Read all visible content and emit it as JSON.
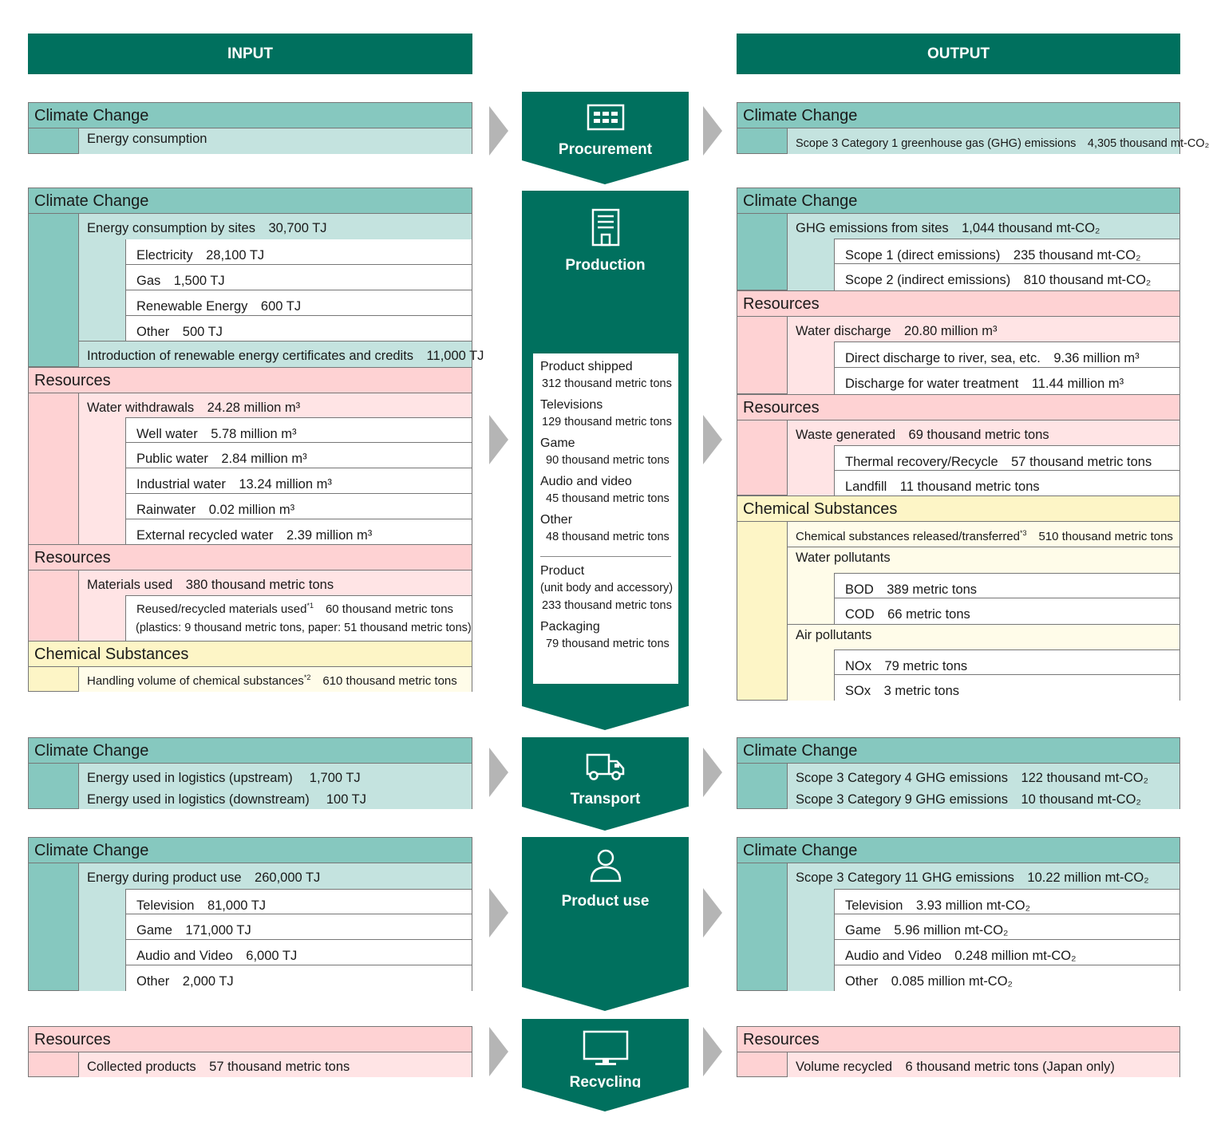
{
  "headers": {
    "input": "INPUT",
    "output": "OUTPUT"
  },
  "stages": {
    "procurement": "Procurement",
    "production": "Production",
    "transport": "Transport",
    "product_use": "Product use",
    "recycling": "Recycling"
  },
  "production_box": {
    "product_shipped": "Product shipped",
    "product_shipped_val": "312 thousand metric tons",
    "televisions": "Televisions",
    "televisions_val": "129 thousand metric tons",
    "game": "Game",
    "game_val": "90 thousand metric tons",
    "audio_video": "Audio and video",
    "audio_video_val": "45 thousand metric tons",
    "other": "Other",
    "other_val": "48 thousand metric tons",
    "product": "Product",
    "product_sub": "(unit body and accessory)",
    "product_val": "233 thousand metric tons",
    "packaging": "Packaging",
    "packaging_val": "79 thousand metric tons"
  },
  "input": {
    "procurement": {
      "title": "Climate Change",
      "energy": "Energy consumption"
    },
    "production_climate": {
      "title": "Climate Change",
      "energy_sites": "Energy consumption by sites　30,700 TJ",
      "electricity": "Electricity　28,100 TJ",
      "gas": "Gas　1,500 TJ",
      "renewable": "Renewable Energy　600 TJ",
      "other": "Other　500 TJ",
      "certificates": "Introduction of renewable energy certificates and credits　11,000 TJ"
    },
    "production_water": {
      "title": "Resources",
      "withdrawals": "Water withdrawals　24.28 million m³",
      "well": "Well water　5.78 million m³",
      "public": "Public water　2.84 million m³",
      "industrial": "Industrial water　13.24 million m³",
      "rain": "Rainwater　0.02 million m³",
      "recycled": "External recycled water　2.39 million m³"
    },
    "production_materials": {
      "title": "Resources",
      "materials": "Materials used　380 thousand metric tons",
      "reused": "Reused/recycled materials used",
      "reused_note": "*1",
      "reused_val": "　60 thousand metric tons",
      "reused_detail": "(plastics: 9 thousand metric tons, paper: 51 thousand metric tons)"
    },
    "production_chemical": {
      "title": "Chemical Substances",
      "handling": "Handling volume of chemical substances",
      "handling_note": "*2",
      "handling_val": "　610 thousand metric tons"
    },
    "transport": {
      "title": "Climate Change",
      "upstream": "Energy used in logistics (upstream)　  1,700 TJ",
      "downstream": "Energy used in logistics (downstream)　  100 TJ"
    },
    "product_use": {
      "title": "Climate Change",
      "energy": "Energy during product use　260,000 TJ",
      "television": "Television　81,000 TJ",
      "game": "Game　171,000 TJ",
      "audio": "Audio and Video　6,000 TJ",
      "other": "Other　2,000 TJ"
    },
    "recycling": {
      "title": "Resources",
      "collected": "Collected products　57 thousand metric tons"
    }
  },
  "output": {
    "procurement": {
      "title": "Climate Change",
      "scope3": "Scope 3 Category 1 greenhouse gas (GHG)  emissions　4,305 thousand mt-CO₂"
    },
    "production_climate": {
      "title": "Climate Change",
      "ghg_sites": "GHG emissions from sites　1,044 thousand mt-CO₂",
      "scope1": "Scope 1 (direct emissions)　235 thousand mt-CO₂",
      "scope2": "Scope 2 (indirect emissions)　810 thousand mt-CO₂"
    },
    "production_water": {
      "title": "Resources",
      "discharge": "Water discharge　20.80 million m³",
      "direct": "Direct discharge to river, sea, etc.　9.36 million m³",
      "treatment": "Discharge for water treatment　11.44 million m³"
    },
    "production_waste": {
      "title": "Resources",
      "waste": "Waste generated　69 thousand metric tons",
      "thermal": "Thermal recovery/Recycle　57 thousand metric tons",
      "landfill": "Landfill　11 thousand metric tons"
    },
    "production_chemical": {
      "title": "Chemical Substances",
      "released": "Chemical substances released/transferred",
      "released_note": "*3",
      "released_val": "　510 thousand metric tons",
      "water_pollutants": "Water pollutants",
      "bod": "BOD　389 metric tons",
      "cod": "COD　66 metric tons",
      "air_pollutants": "Air pollutants",
      "nox": "NOx　79 metric tons",
      "sox": "SOx　3 metric tons"
    },
    "transport": {
      "title": "Climate Change",
      "cat4": "Scope 3 Category 4 GHG emissions　122 thousand mt-CO₂",
      "cat9": "Scope 3 Category 9 GHG emissions　10 thousand mt-CO₂"
    },
    "product_use": {
      "title": "Climate Change",
      "cat11": "Scope 3 Category 11 GHG emissions　10.22 million mt-CO₂",
      "television": "Television　3.93 million mt-CO₂",
      "game": "Game　5.96 million mt-CO₂",
      "audio": "Audio and Video　0.248 million mt-CO₂",
      "other": "Other　0.085 million mt-CO₂"
    },
    "recycling": {
      "title": "Resources",
      "recycled": "Volume recycled　6 thousand metric tons (Japan only)"
    }
  },
  "colors": {
    "green": "#00705e",
    "climate": "#86c8bf",
    "resources": "#fed2d3",
    "chemical": "#fdf5c6",
    "arrow": "#b5b5b5"
  }
}
